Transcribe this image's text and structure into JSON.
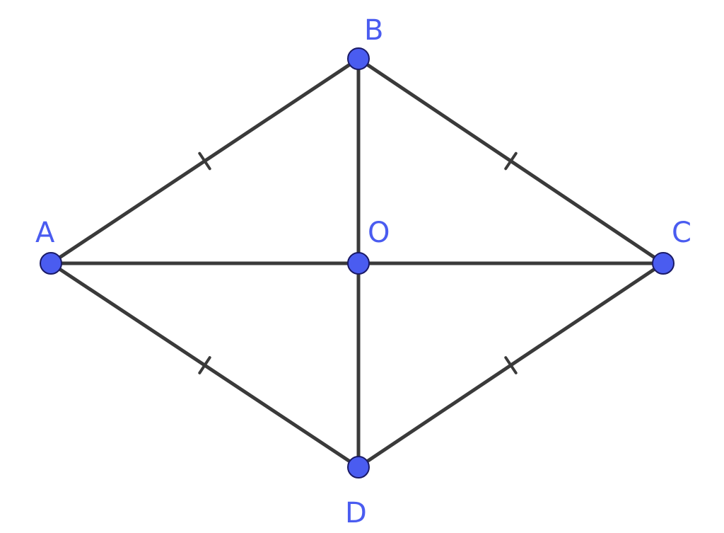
{
  "diagram": {
    "colors": {
      "point_fill": "#4a5cf0",
      "label_color": "#4a5cf0",
      "edge_color": "#3a3a3a"
    },
    "points": [
      {
        "id": "A",
        "label": "A"
      },
      {
        "id": "B",
        "label": "B"
      },
      {
        "id": "C",
        "label": "C"
      },
      {
        "id": "D",
        "label": "D"
      },
      {
        "id": "O",
        "label": "O"
      }
    ],
    "segments": [
      {
        "from": "A",
        "to": "B",
        "tick_marks": 1
      },
      {
        "from": "B",
        "to": "C",
        "tick_marks": 1
      },
      {
        "from": "C",
        "to": "D",
        "tick_marks": 1
      },
      {
        "from": "D",
        "to": "A",
        "tick_marks": 1
      },
      {
        "from": "A",
        "to": "C",
        "tick_marks": 0
      },
      {
        "from": "B",
        "to": "D",
        "tick_marks": 0
      }
    ]
  }
}
